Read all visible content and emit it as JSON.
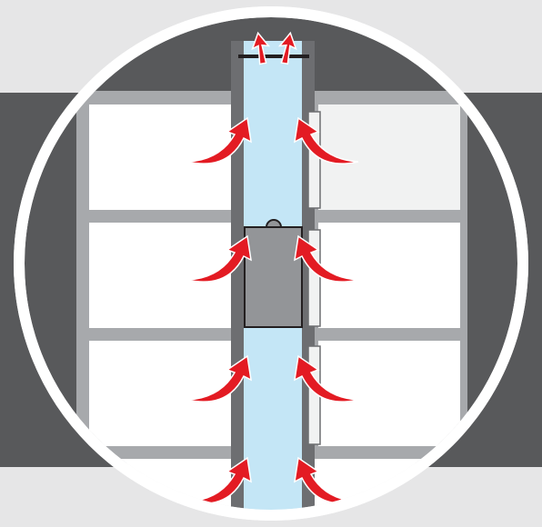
{
  "diagram": {
    "subject": "shaft-airflow-cutaway",
    "colors": {
      "background": "#e6e6e7",
      "building_dark": "#58595b",
      "frame_gray": "#a7a9ac",
      "room_fill": "#ffffff",
      "shaft_air": "#c4e6f6",
      "shaft_wall": "#6d6e71",
      "elevator_car": "#939598",
      "door_panel": "#f1f2f2",
      "arrow_red": "#e31b23",
      "circle_border": "#ffffff"
    },
    "icons": {
      "inflow_arrow": "curved-arrow-icon",
      "outflow_arrow": "up-arrow-icon",
      "cab": "elevator-car-icon",
      "vent": "roof-vent-icon"
    },
    "floors": 3,
    "inflow_arrow_pairs": 4,
    "outflow_arrows": 2
  }
}
